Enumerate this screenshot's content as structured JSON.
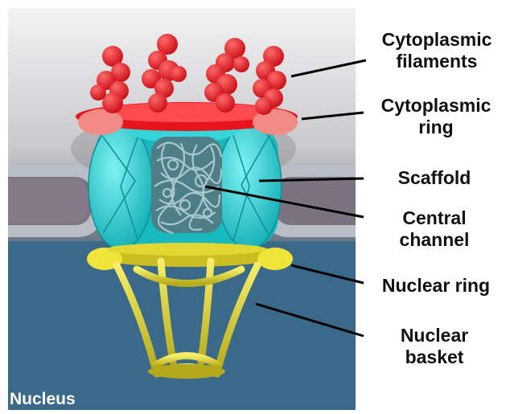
{
  "labels": {
    "cytoplasmic_filaments": [
      "Cytoplasmic",
      "filaments"
    ],
    "cytoplasmic_ring": [
      "Cytoplasmic",
      "ring"
    ],
    "scaffold": "Scaffold",
    "central_channel": [
      "Central",
      "channel"
    ],
    "nuclear_ring": "Nuclear ring",
    "nuclear_basket": [
      "Nuclear",
      "basket"
    ],
    "nucleus": "Nucleus"
  },
  "colors": {
    "filaments": "#e8141c",
    "cytoplasmic_ring": "#f28a86",
    "scaffold": "#2ad4d8",
    "central_channel": "#6f9ea6",
    "nuclear_ring": "#f0e438",
    "nuclear_basket": "#c9bd22",
    "membrane": "#b3b8c4",
    "nucleus": "#3f6f8c"
  }
}
